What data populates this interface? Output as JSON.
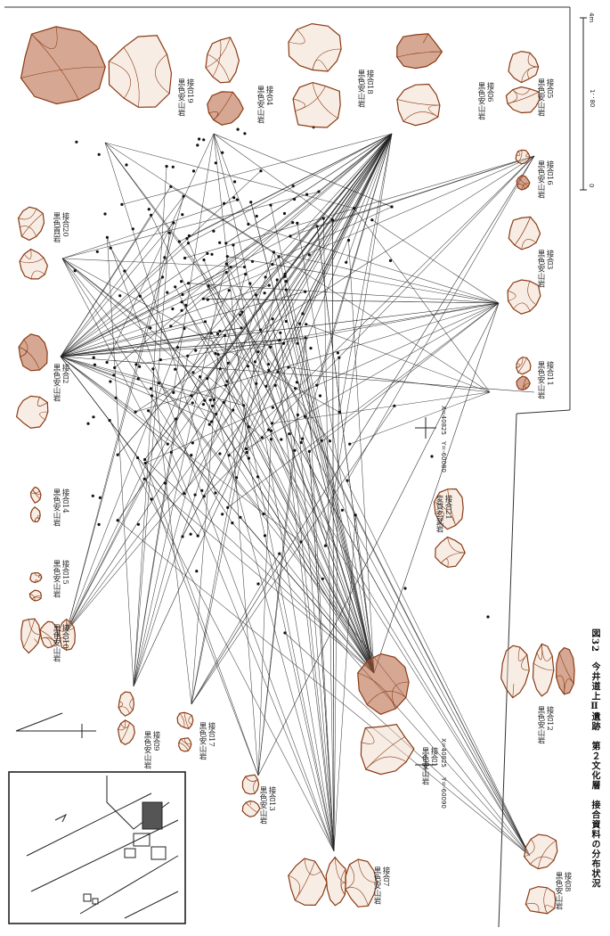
{
  "figure": {
    "caption": "図32　今井道上Ⅱ遺跡　第２文化層　接合資料の分布状況"
  },
  "scale_bar": {
    "ticks": [
      "0",
      "4m"
    ],
    "ratio": "1：80"
  },
  "coordinates": [
    {
      "x_label": "X=40825",
      "y_label": "Y=-60080"
    },
    {
      "x_label": "X=40825",
      "y_label": "Y=-60090"
    }
  ],
  "refits": [
    {
      "id": "1",
      "name": "接合1",
      "material": "黒色安山岩"
    },
    {
      "id": "2",
      "name": "接合2",
      "material": "黒色安山岩"
    },
    {
      "id": "3",
      "name": "接合3",
      "material": "黒色安山岩"
    },
    {
      "id": "4",
      "name": "接合4",
      "material": "黒色安山岩"
    },
    {
      "id": "5",
      "name": "接合5",
      "material": "黒色安山岩"
    },
    {
      "id": "6",
      "name": "接合6",
      "material": "黒色安山岩"
    },
    {
      "id": "7",
      "name": "接合7",
      "material": "黒色安山岩"
    },
    {
      "id": "8",
      "name": "接合8",
      "material": "黒色安山岩"
    },
    {
      "id": "9",
      "name": "接合9",
      "material": "黒色安山岩"
    },
    {
      "id": "10",
      "name": "接合10",
      "material": "黒色安山岩"
    },
    {
      "id": "11",
      "name": "接合11",
      "material": "黒色安山岩"
    },
    {
      "id": "12",
      "name": "接合12",
      "material": "黒色安山岩"
    },
    {
      "id": "13",
      "name": "接合13",
      "material": "黒色安山岩"
    },
    {
      "id": "14",
      "name": "接合14",
      "material": "黒色安山岩"
    },
    {
      "id": "15",
      "name": "接合15",
      "material": "黒色安山岩"
    },
    {
      "id": "16",
      "name": "接合16",
      "material": "黒色安山岩"
    },
    {
      "id": "17",
      "name": "接合17",
      "material": "黒色安山岩"
    },
    {
      "id": "18",
      "name": "接合18",
      "material": "黒色安山岩"
    },
    {
      "id": "19",
      "name": "接合19",
      "material": "黒色安山岩"
    },
    {
      "id": "20",
      "name": "接合20",
      "material": "黒色頁岩"
    },
    {
      "id": "21",
      "name": "接合21",
      "material": "変質玄武岩"
    }
  ],
  "colors": {
    "artifact_outline": "#8a3a14",
    "artifact_fill": "#efd7c4",
    "artifact_fill_dark": "#b5603a",
    "line": "#222222",
    "dot": "#111111"
  }
}
